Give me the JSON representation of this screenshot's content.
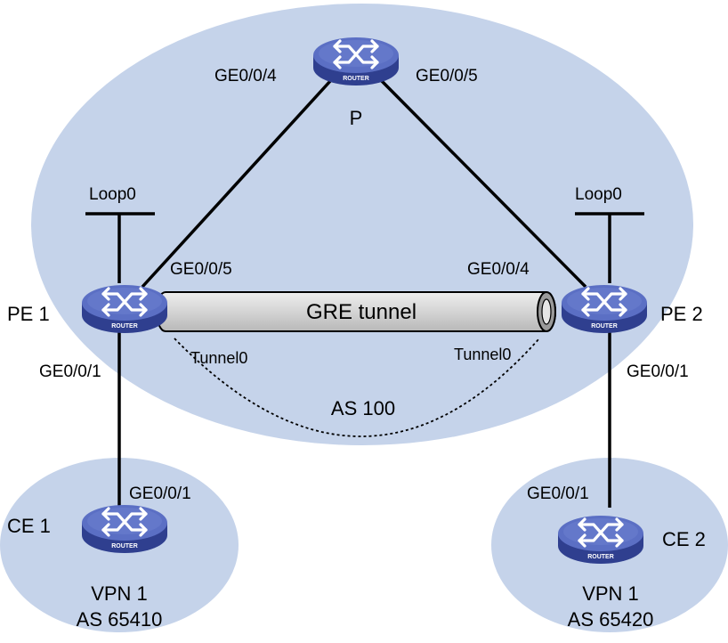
{
  "colors": {
    "zone_fill": "#c5d3ea",
    "router_top": "#5b6fc4",
    "router_side": "#2f3f8f",
    "tunnel_fill": "#d4d4d4",
    "link": "#000000"
  },
  "routers": {
    "p": {
      "name": "P",
      "badge": "ROUTER",
      "icon": "router-icon"
    },
    "pe1": {
      "name": "PE 1",
      "badge": "ROUTER",
      "icon": "router-icon"
    },
    "pe2": {
      "name": "PE 2",
      "badge": "ROUTER",
      "icon": "router-icon"
    },
    "ce1": {
      "name": "CE 1",
      "badge": "ROUTER",
      "icon": "router-icon"
    },
    "ce2": {
      "name": "CE 2",
      "badge": "ROUTER",
      "icon": "router-icon"
    }
  },
  "ports": {
    "p_left": "GE0/0/4",
    "p_right": "GE0/0/5",
    "pe1_up": "GE0/0/5",
    "pe2_up": "GE0/0/4",
    "pe1_down": "GE0/0/1",
    "pe2_down": "GE0/0/1",
    "ce1_up": "GE0/0/1",
    "ce2_up": "GE0/0/1"
  },
  "loopbacks": {
    "pe1": "Loop0",
    "pe2": "Loop0"
  },
  "tunnel": {
    "label": "GRE tunnel",
    "pe1_end": "Tunnel0",
    "pe2_end": "Tunnel0"
  },
  "zones": {
    "backbone": "AS 100",
    "site1_vpn": "VPN 1",
    "site1_as": "AS 65410",
    "site2_vpn": "VPN 1",
    "site2_as": "AS 65420"
  }
}
